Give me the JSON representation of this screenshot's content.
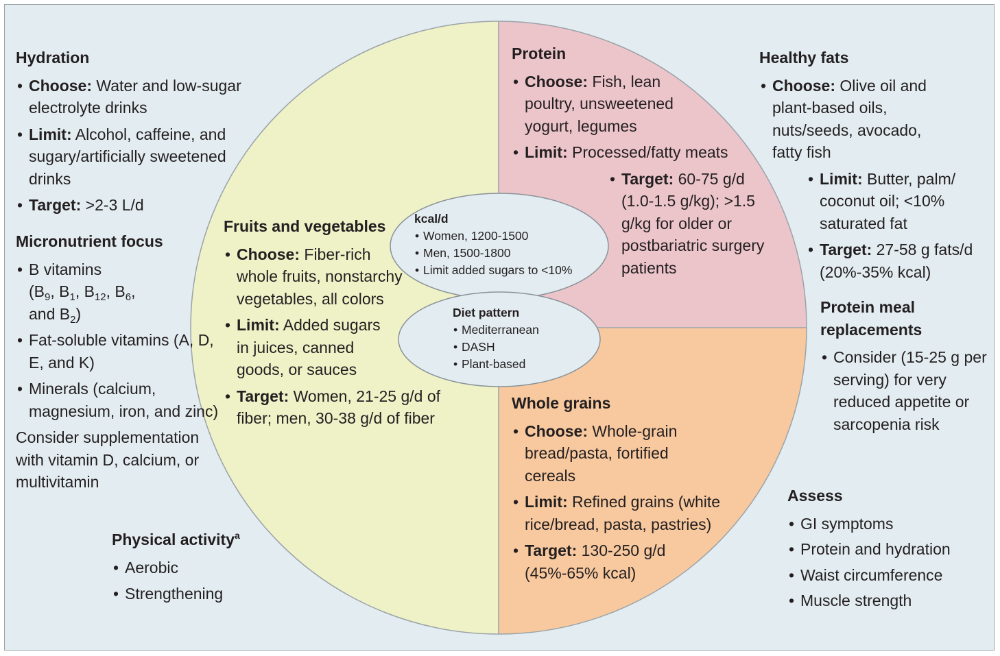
{
  "colors": {
    "background": "#e3ecf1",
    "fruits_vegetables_fill": "#eff1c7",
    "protein_fill": "#ecc5cb",
    "whole_grains_fill": "#f8c99f",
    "outline": "#9aa3a8"
  },
  "hydration": {
    "title": "Hydration",
    "choose_label": "Choose:",
    "choose_text": " Water and low-sugar electrolyte drinks",
    "limit_label": "Limit:",
    "limit_text": " Alcohol, caffeine, and sugary/artificially sweetened drinks",
    "target_label": "Target:",
    "target_text": " >2-3 L/d"
  },
  "micronutrient": {
    "title": "Micronutrient focus",
    "b_vitamins_text": "B vitamins",
    "b_vitamins_detail": "(B9, B1, B12, B6, and B2)",
    "fat_soluble": "Fat-soluble vitamins (A, D, E, and K)",
    "minerals": "Minerals (calcium, magnesium, iron, and zinc)",
    "supplementation": "Consider supplementation with vitamin D, calcium, or multivitamin"
  },
  "physical_activity": {
    "title": "Physical activity",
    "title_sup": "a",
    "items": [
      "Aerobic",
      "Strengthening"
    ]
  },
  "fruits_vegetables": {
    "title": "Fruits and vegetables",
    "choose_label": "Choose:",
    "choose_text": " Fiber-rich whole fruits, nonstarchy vegetables, all colors",
    "limit_label": "Limit:",
    "limit_text": " Added sugars in juices, canned goods, or sauces",
    "target_label": "Target:",
    "target_text": " Women, 21-25 g/d of fiber; men, 30-38 g/d of fiber"
  },
  "protein": {
    "title": "Protein",
    "choose_label": "Choose:",
    "choose_text": " Fish, lean poultry, unsweetened yogurt, legumes",
    "limit_label": "Limit:",
    "limit_text": " Processed/fatty meats",
    "target_label": "Target:",
    "target_text": " 60-75 g/d (1.0-1.5 g/kg); >1.5 g/kg for older or postbariatric surgery patients"
  },
  "whole_grains": {
    "title": "Whole grains",
    "choose_label": "Choose:",
    "choose_text": " Whole-grain bread/pasta, fortified cereals",
    "limit_label": "Limit:",
    "limit_text": " Refined grains (white rice/bread, pasta, pastries)",
    "target_label": "Target:",
    "target_text": " 130-250 g/d (45%-65% kcal)"
  },
  "kcal": {
    "title": "kcal/d",
    "items": [
      "Women, 1200-1500",
      "Men, 1500-1800",
      "Limit added sugars to <10%"
    ]
  },
  "diet_pattern": {
    "title": "Diet pattern",
    "items": [
      "Mediterranean",
      "DASH",
      "Plant-based"
    ]
  },
  "healthy_fats": {
    "title": "Healthy fats",
    "choose_label": "Choose:",
    "choose_text": " Olive oil and plant-based oils, nuts/seeds, avocado, fatty fish",
    "limit_label": "Limit:",
    "limit_text": " Butter, palm/ coconut oil; <10% saturated fat",
    "target_label": "Target:",
    "target_text": " 27-58 g fats/d (20%-35% kcal)"
  },
  "protein_replacements": {
    "title": "Protein meal replacements",
    "item": "Consider (15-25 g per serving) for very reduced appetite or sarcopenia risk"
  },
  "assess": {
    "title": "Assess",
    "items": [
      "GI symptoms",
      "Protein and hydration",
      "Waist circumference",
      "Muscle strength"
    ]
  }
}
